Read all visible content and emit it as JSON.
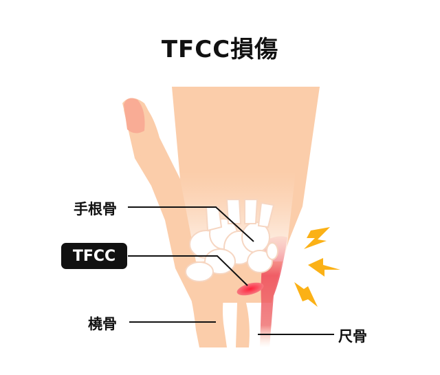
{
  "title": "TFCC損傷",
  "labels": {
    "carpal": "手根骨",
    "tfcc": "TFCC",
    "radius": "橈骨",
    "ulna": "尺骨"
  },
  "colors": {
    "skin": "#fbcdaa",
    "skin_light": "#fde4d3",
    "nail": "#f9ac95",
    "bone": "#ffffff",
    "inflammation": "#ee4a5a",
    "pain_bolt": "#fbb116",
    "text": "#111111"
  },
  "icons": [
    "lightning-bolt-icon",
    "lightning-bolt-icon",
    "lightning-bolt-icon"
  ]
}
